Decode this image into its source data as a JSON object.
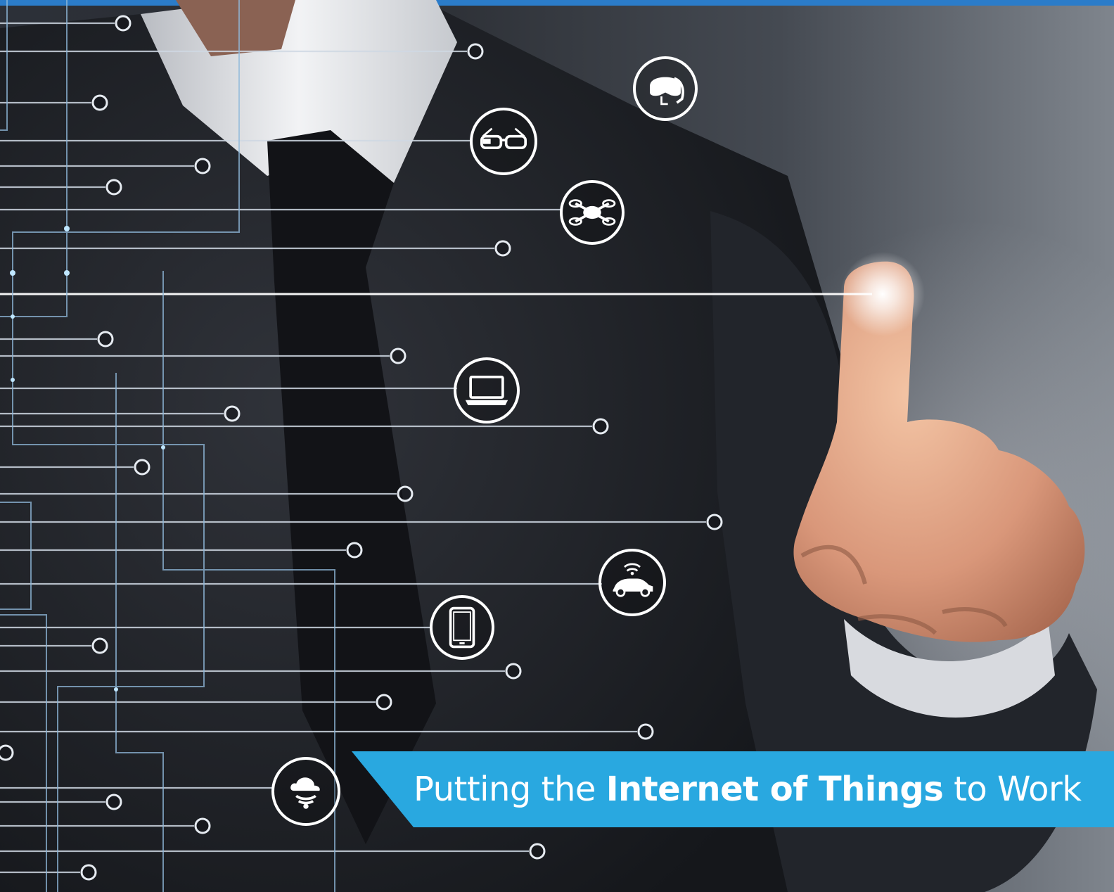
{
  "banner": {
    "text_before": "Putting the ",
    "text_bold": "Internet of Things",
    "text_after": " to Work",
    "background_color": "#29a8e0",
    "text_color": "#ffffff"
  },
  "colors": {
    "top_stripe": "#2b7cc9",
    "icon_outline": "#ffffff",
    "circuit_line": "#cfd8e3",
    "circuit_glow": "#8fd0ff"
  },
  "icons": [
    {
      "name": "vr-headset-icon"
    },
    {
      "name": "smart-glasses-icon"
    },
    {
      "name": "drone-icon"
    },
    {
      "name": "laptop-icon"
    },
    {
      "name": "connected-car-icon"
    },
    {
      "name": "tablet-icon"
    },
    {
      "name": "cloud-signal-icon"
    }
  ]
}
